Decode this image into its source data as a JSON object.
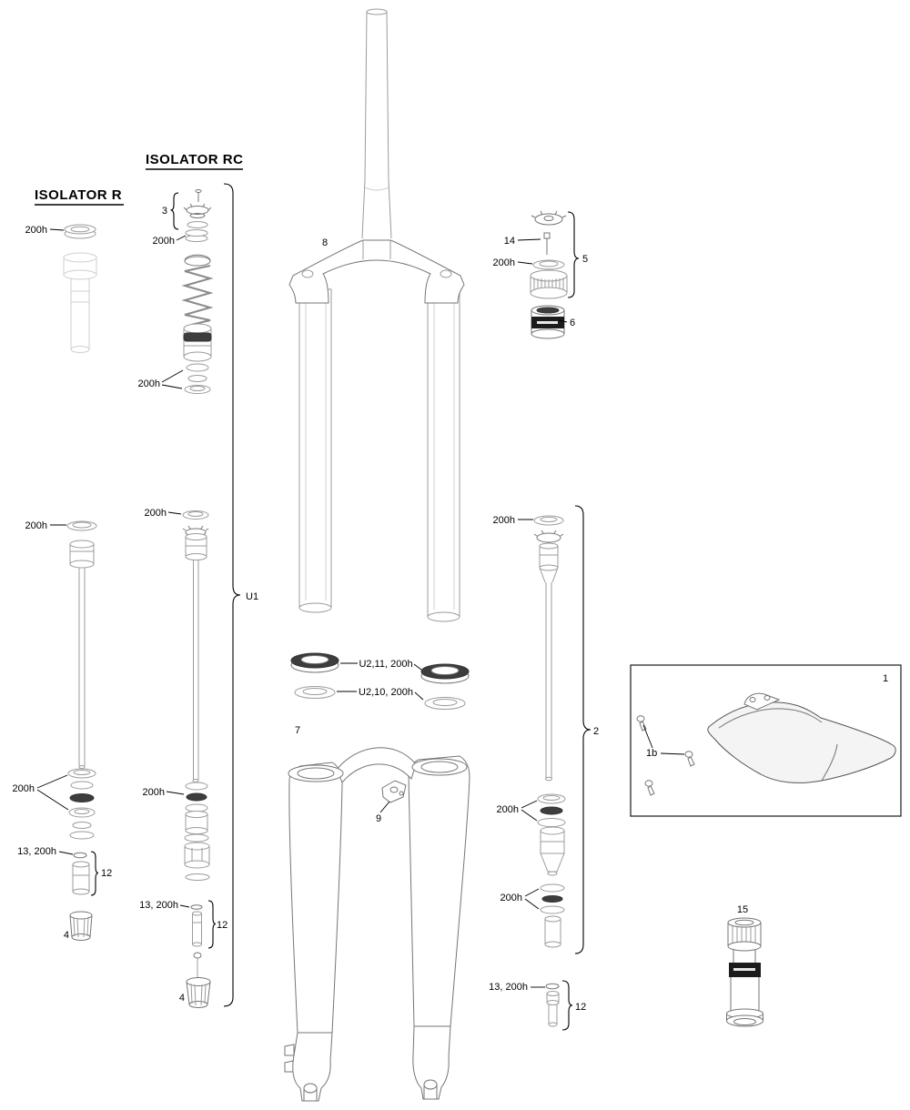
{
  "headings": {
    "isolator_r": "ISOLATOR R",
    "isolator_rc": "ISOLATOR RC"
  },
  "isolator_r": {
    "seal_top": "200h",
    "seal_shaft": "200h",
    "seal_stack": "200h",
    "oring": "13, 200h",
    "rebound_group": "12",
    "knob": "4"
  },
  "isolator_rc": {
    "adjuster_group": "3",
    "seal_adjuster": "200h",
    "seal_spring": "200h",
    "seal_shaft": "200h",
    "seal_stack": "200h",
    "oring": "13, 200h",
    "rebound_group": "12",
    "knob": "4",
    "group_brace": "U1"
  },
  "upper_assembly": {
    "csu": "8",
    "dust_seal": "U2,11, 200h",
    "foam_ring": "U2,10, 200h",
    "lowers": "7",
    "guide": "9"
  },
  "damper": {
    "needle": "14",
    "topcap_group": "5",
    "topcap_seal": "200h",
    "grease": "6",
    "seal_shaft": "200h",
    "group": "2",
    "seal_stack_upper": "200h",
    "seal_stack_lower": "200h",
    "oring": "13, 200h",
    "shaft_group": "12"
  },
  "fender": {
    "group": "1",
    "screws": "1b"
  },
  "grease_tool": {
    "label": "15"
  }
}
